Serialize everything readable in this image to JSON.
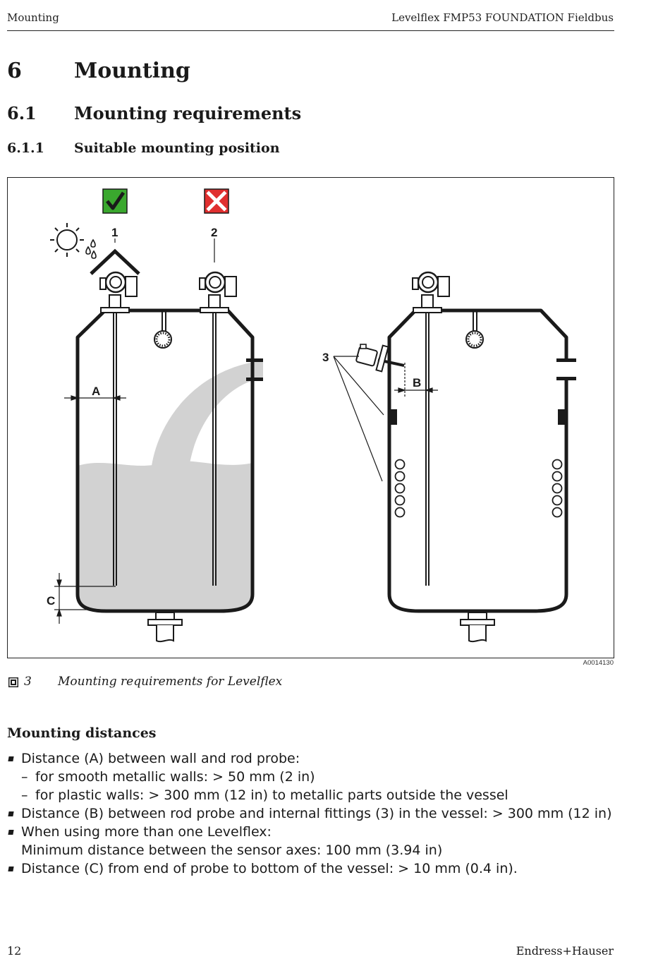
{
  "header": {
    "left": "Mounting",
    "right": "Levelflex FMP53 FOUNDATION Fieldbus"
  },
  "headings": {
    "h1_num": "6",
    "h1_text": "Mounting",
    "h2_num": "6.1",
    "h2_text": "Mounting requirements",
    "h3_num": "6.1.1",
    "h3_text": "Suitable mounting position"
  },
  "figure": {
    "code": "A0014130",
    "labels": {
      "one": "1",
      "two": "2",
      "three": "3",
      "a": "A",
      "b": "B",
      "c": "C"
    },
    "icons": {
      "good": "check-icon",
      "bad": "cross-icon"
    },
    "colors": {
      "good": "#3aa82e",
      "bad": "#e02f2f",
      "liquid": "#d2d2d2"
    }
  },
  "caption": {
    "number": "3",
    "text": "Mounting requirements for Levelflex"
  },
  "section": {
    "title": "Mounting distances"
  },
  "list": {
    "item1": "Distance (A) between wall and rod probe:",
    "item1_sub1": "for smooth metallic walls: > 50 mm (2 in)",
    "item1_sub2": "for plastic walls: > 300 mm (12 in) to metallic parts outside the vessel",
    "item2": "Distance (B) between rod probe and internal fittings (3) in the vessel: > 300 mm (12 in)",
    "item3": "When using more than one Levelflex:",
    "item3_cont": "Minimum distance between the sensor axes: 100 mm (3.94 in)",
    "item4": "Distance (C) from end of probe to bottom of the vessel: > 10 mm (0.4 in).",
    "dash": "–"
  },
  "footer": {
    "page": "12",
    "brand": "Endress+Hauser"
  }
}
